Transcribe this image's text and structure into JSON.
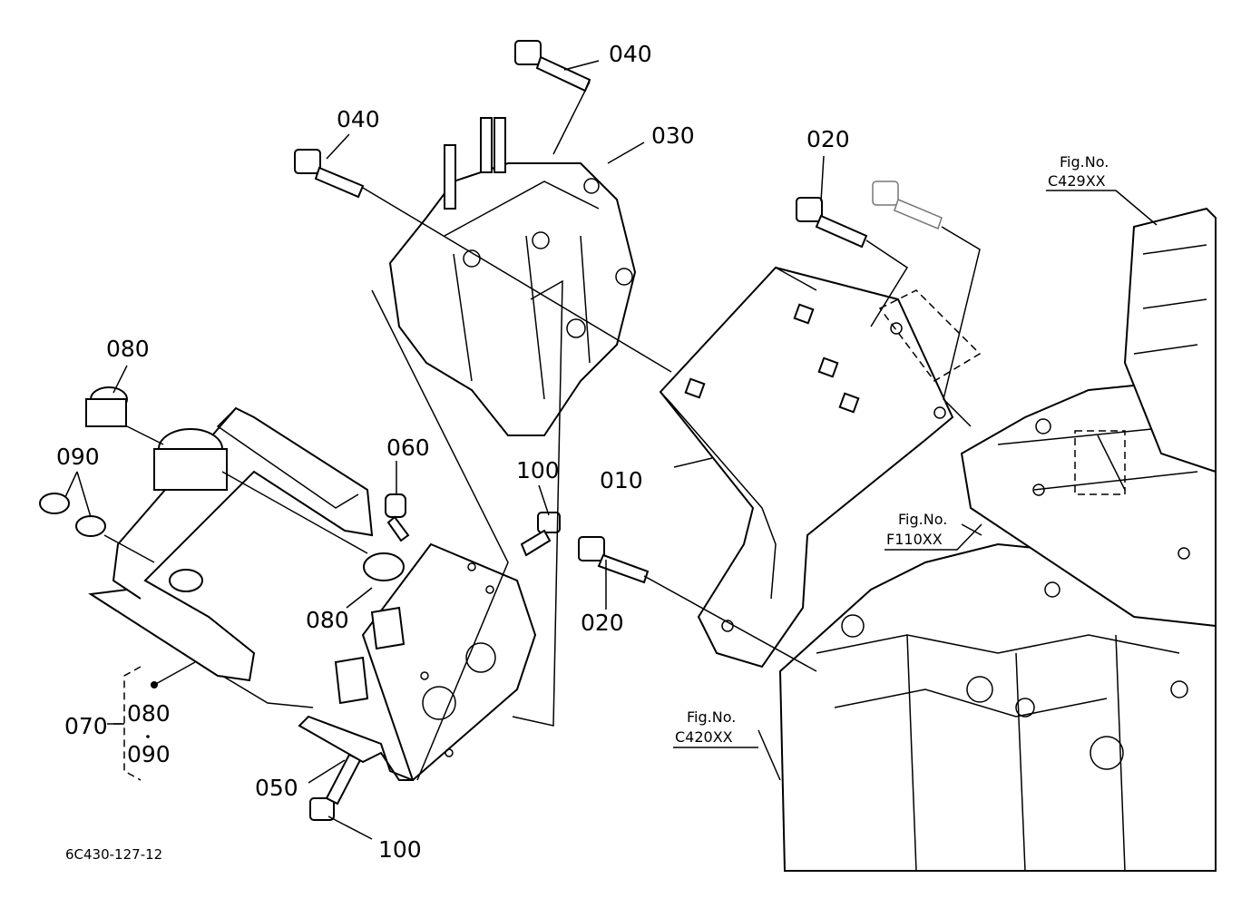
{
  "diagram": {
    "drawing_code": "6C430-127-12",
    "callouts": {
      "bolt_top": "040",
      "bolt_left": "040",
      "valve": "030",
      "bolt_bracket_top": "020",
      "bushing_upper": "080",
      "bushing_small": "090",
      "fitting": "060",
      "screw_mid": "100",
      "bracket_main": "010",
      "bushing_lower": "080",
      "bolt_bracket_bottom": "020",
      "assembly": "070",
      "assembly_part_a": "080",
      "assembly_part_b": "090",
      "plate": "050",
      "screw_bottom": "100"
    },
    "figure_refs": [
      {
        "title": "Fig.No.",
        "code": "C429XX"
      },
      {
        "title": "Fig.No.",
        "code": "F110XX"
      },
      {
        "title": "Fig.No.",
        "code": "C420XX"
      }
    ]
  }
}
